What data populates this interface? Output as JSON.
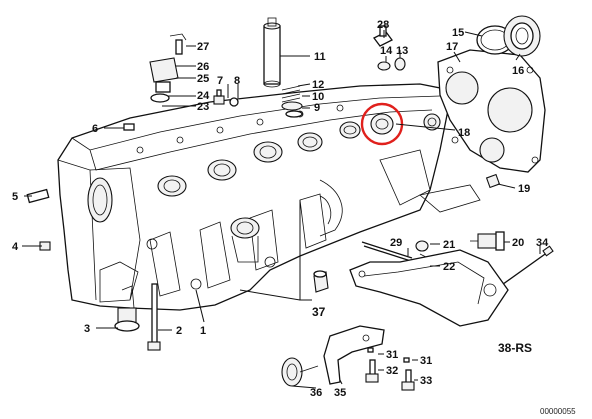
{
  "diagram": {
    "reference_code": "38-RS",
    "image_number": "00000055",
    "highlight_color": "#e0201c",
    "highlighted_part": "18",
    "callouts": [
      "1",
      "2",
      "3",
      "4",
      "5",
      "6",
      "7",
      "8",
      "9",
      "10",
      "11",
      "12",
      "13",
      "14",
      "15",
      "16",
      "17",
      "18",
      "19",
      "20",
      "21",
      "22",
      "23",
      "24",
      "25",
      "26",
      "27",
      "28",
      "29",
      "31",
      "31",
      "32",
      "33",
      "34",
      "35",
      "36",
      "37"
    ]
  }
}
